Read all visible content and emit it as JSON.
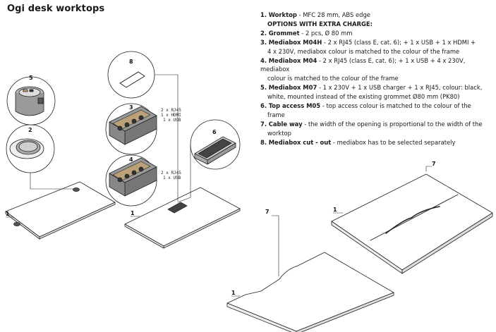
{
  "title": "Ogi desk worktops",
  "legend": [
    {
      "num": "1.",
      "name": "Worktop",
      "text": " - MFC 28 mm, ABS edge"
    },
    {
      "options": "OPTIONS WITH EXTRA CHARGE:"
    },
    {
      "num": "2.",
      "name": "Grommet",
      "text": " - 2 pcs, Ø 80 mm"
    },
    {
      "num": "3.",
      "name": "Mediabox M04H",
      "text": " - 2 x RJ45 (class E, cat. 6); + 1 x USB + 1 x HDMI +",
      "cont": "4 x 230V, mediabox colour is matched to the colour of the frame"
    },
    {
      "num": "4.",
      "name": "Mediabox M04",
      "text": " - 2 x RJ45 (class E, cat. 6); + 1 x USB + 4 x 230V, mediabox",
      "cont": "colour is matched to the colour of the frame"
    },
    {
      "num": "5.",
      "name": "Mediabox M07",
      "text": " - 1 x 230V + 1 x USB charger + 1 x RJ45, colour: black,",
      "cont": "white, mounted instead of the existing grommet Ø80 mm (PK80)"
    },
    {
      "num": "6.",
      "name": "Top access M05",
      "text": " - top access colour is matched to the colour of the",
      "cont": "frame"
    },
    {
      "num": "7.",
      "name": "Cable way",
      "text": " - the width of the opening is proportional to the width of the",
      "cont": "worktop"
    },
    {
      "num": "8.",
      "name": "Mediabox cut - out",
      "text": " - mediabox has to be selected separately"
    }
  ],
  "callouts": {
    "c1": "1",
    "c2": "2",
    "c3": "3",
    "c4": "4",
    "c5": "5",
    "c6": "6",
    "c7": "7",
    "c8": "8"
  },
  "port_notes": {
    "m04h_a": "2 x RJ45",
    "m04h_b": "1 x HDMI",
    "m04h_c": "1 x USB",
    "m04_a": "2 x RJ45",
    "m04_b": "1 x USB"
  },
  "colors": {
    "line": "#222222",
    "panel": "#ececec",
    "dark": "#4a4a4a",
    "accent": "#c9a46a"
  }
}
